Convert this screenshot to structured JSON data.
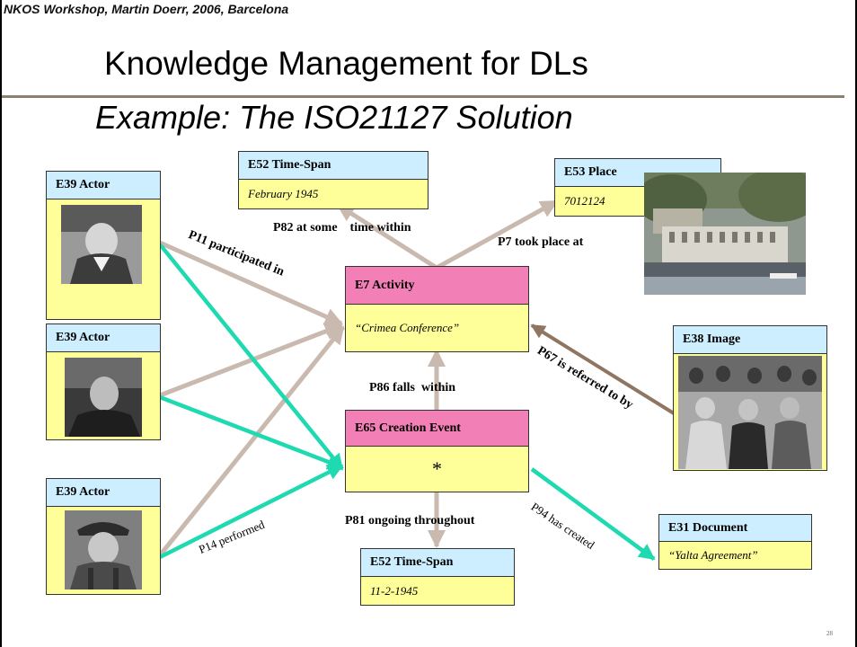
{
  "header": "NKOS Workshop, Martin Doerr, 2006, Barcelona",
  "title": "Knowledge Management for DLs",
  "subtitle": "Example: The ISO21127 Solution",
  "nodes": {
    "timespan_top": {
      "type": "E52 Time-Span",
      "value": "February 1945"
    },
    "place": {
      "type": "E53 Place",
      "value": "7012124"
    },
    "actor1": {
      "type": "E39 Actor"
    },
    "actor2": {
      "type": "E39 Actor"
    },
    "actor3": {
      "type": "E39 Actor"
    },
    "activity": {
      "type": "E7 Activity",
      "value": "“Crimea Conference”"
    },
    "creation": {
      "type": "E65 Creation Event",
      "value": "*"
    },
    "timespan_bottom": {
      "type": "E52 Time-Span",
      "value": "11-2-1945"
    },
    "image": {
      "type": "E38 Image"
    },
    "document": {
      "type": "E31 Document",
      "value": "“Yalta Agreement”"
    }
  },
  "properties": {
    "p82": "P82 at some    time within",
    "p7": "P7 took place at",
    "p11": "P11 participated in",
    "p86": "P86 falls  within",
    "p67": "P67 is referred to by",
    "p14": "P14 performed",
    "p81": "P81 ongoing throughout",
    "p94": "P94 has created"
  },
  "colors": {
    "entity_header": "#cceeff",
    "entity_body": "#ffff99",
    "event_header": "#f27fb5",
    "arrow_neutral": "#c9b9ae",
    "arrow_perform": "#1fd9b1",
    "arrow_reference": "#8e7663"
  },
  "page_number": "28"
}
